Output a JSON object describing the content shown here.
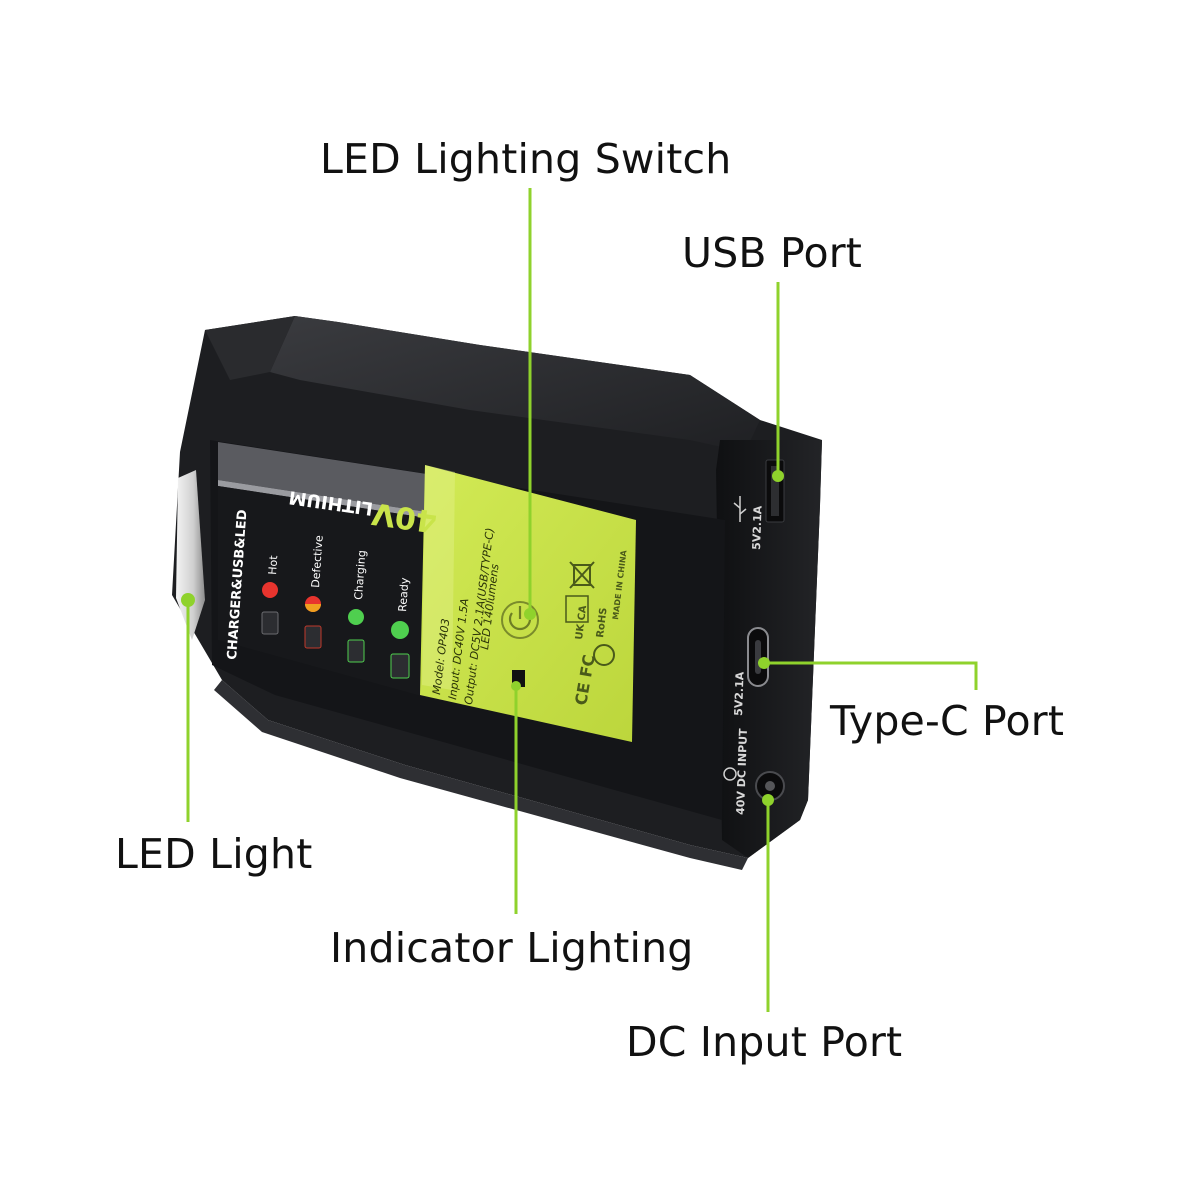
{
  "colors": {
    "leader": "#8fd22c",
    "body": "#1c1d1f",
    "body_top": "#2b2c2f",
    "sticker": "#c9e44a",
    "panel": "#15161a",
    "led_red": "#e8342e",
    "led_green": "#4fcf4f",
    "label_text": "#111111"
  },
  "callouts": {
    "led_switch": "LED Lighting Switch",
    "usb_port": "USB Port",
    "typec_port": "Type-C Port",
    "led_light": "LED Light",
    "indicator": "Indicator Lighting",
    "dc_input": "DC Input Port"
  },
  "device": {
    "banner_brand": "40V",
    "banner_brand_suffix": "LITHIUM",
    "banner_sub": "CHARGER&USB&LED",
    "indicators": [
      {
        "label": "Hot",
        "color": "red"
      },
      {
        "label": "Defective",
        "color": "half"
      },
      {
        "label": "Charging",
        "color": "green"
      },
      {
        "label": "Ready",
        "color": "green"
      }
    ],
    "sticker_lines": [
      "Model: OP403",
      "Input: DC40V 1.5A",
      "Output: DC5V 2.1A(USB/TYPE-C)",
      "LED 140lumens"
    ],
    "marks": {
      "ukca": "UK CA",
      "rohs": "RoHS",
      "made_in": "MADE IN CHINA",
      "ce_fc": "CE FC"
    },
    "usb_rating": "5V2.1A",
    "typec_rating": "5V2.1A",
    "dc_label": "40V DC INPUT"
  },
  "icons": [
    "power-icon",
    "usb-icon",
    "recycle-icon",
    "weee-bin-icon",
    "dc-polarity-icon",
    "thermometer-icon",
    "battery-icon"
  ]
}
